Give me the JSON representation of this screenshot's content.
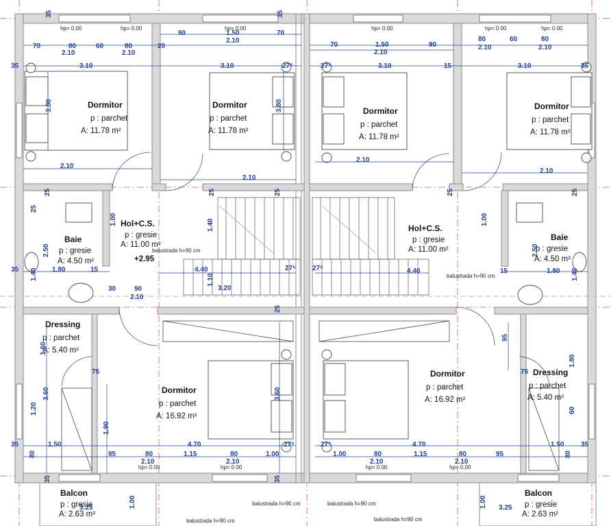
{
  "colors": {
    "wall": "#8a8a8a",
    "wall_fill": "#d9d9d9",
    "dimension": "#1f3f9a",
    "axis": "#d9534f",
    "furniture": "#444444"
  },
  "rooms": {
    "bed_tl": {
      "name": "Dormitor",
      "floor": "p : parchet",
      "area": "A: 11.78 m²"
    },
    "bed_tc": {
      "name": "Dormitor",
      "floor": "p : parchet",
      "area": "A: 11.78 m²"
    },
    "bed_tc2": {
      "name": "Dormitor",
      "floor": "p : parchet",
      "area": "A: 11.78 m²"
    },
    "bed_tr": {
      "name": "Dormitor",
      "floor": "p : parchet",
      "area": "A: 11.78 m²"
    },
    "hall_l": {
      "name": "Hol+C.S.",
      "floor": "p : gresie",
      "area": "A: 11.00 m²"
    },
    "hall_r": {
      "name": "Hol+C.S.",
      "floor": "p : gresie",
      "area": "A: 11.00 m²"
    },
    "bath_l": {
      "name": "Baie",
      "floor": "p : gresie",
      "area": "A: 4.50 m²"
    },
    "bath_r": {
      "name": "Baie",
      "floor": "p : gresie",
      "area": "A: 4.50 m²"
    },
    "dress_l": {
      "name": "Dressing",
      "floor": "p : parchet",
      "area": "A: 5.40 m²"
    },
    "dress_r": {
      "name": "Dressing",
      "floor": "p : parchet",
      "area": "A: 5.40 m²"
    },
    "bed_bl": {
      "name": "Dormitor",
      "floor": "p : parchet",
      "area": "A: 16.92 m²"
    },
    "bed_br": {
      "name": "Dormitor",
      "floor": "p : parchet",
      "area": "A: 16.92 m²"
    },
    "balc_l": {
      "name": "Balcon",
      "floor": "p : gresie",
      "area": "A: 2.63 m²"
    },
    "balc_r": {
      "name": "Balcon",
      "floor": "p : gresie",
      "area": "A: 2.63 m²"
    }
  },
  "notes": {
    "hp": "hp= 0.00",
    "balustrada": "balustrada h=90 cm",
    "level": "+2.95"
  },
  "dims": {
    "d35": "35",
    "d70": "70",
    "d210": "2.10",
    "d80": "80",
    "d60": "60",
    "d20": "20",
    "d90": "90",
    "d150": "1.50",
    "d310": "3.10",
    "d15": "15",
    "d27": "27⁵",
    "d380": "3.80",
    "d25": "25",
    "d100": "1.00",
    "d140": "1.40",
    "d250": "2.50",
    "d180": "1.80",
    "d440": "4.40",
    "d110": "1.10",
    "d320": "3.20",
    "d30": "30",
    "d160": "1.60",
    "d360": "3.60",
    "d120": "1.20",
    "d190": "1.90",
    "d470": "4.70",
    "d95": "95",
    "d115": "1.15",
    "d325": "3.25",
    "d75": "75"
  }
}
